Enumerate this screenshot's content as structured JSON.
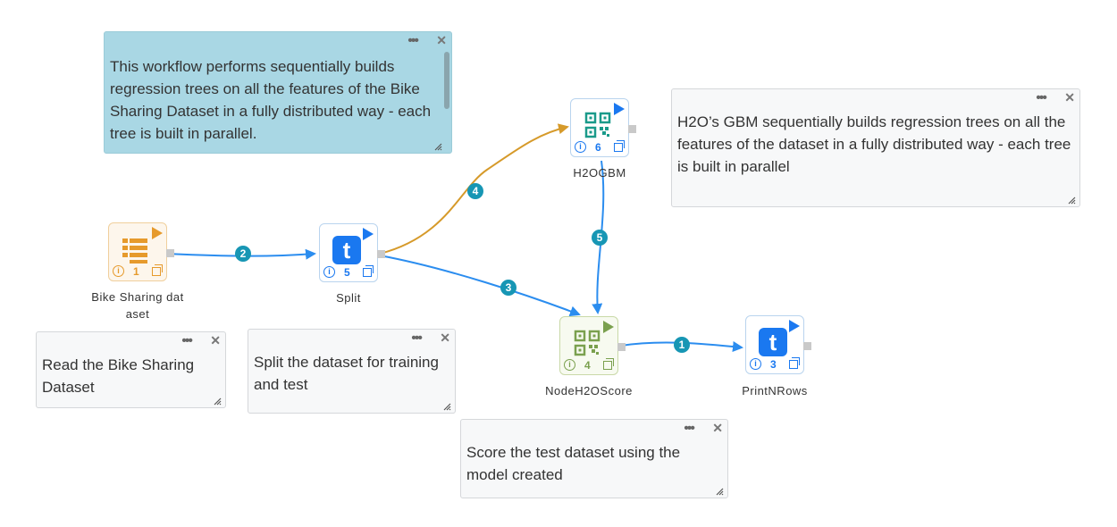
{
  "notes": {
    "workflow": "This workflow performs sequentially builds regression trees on all the features of the Bike Sharing Dataset in a fully distributed way - each tree is built in parallel.",
    "gbm": "H2O’s GBM sequentially builds regression trees on all the features of the dataset in a fully distributed way - each tree is built in parallel",
    "read": "Read the Bike Sharing Dataset",
    "split": "Split the dataset for training and test",
    "score": "Score the test dataset using the model created",
    "menu_icon": "•••",
    "close_icon": "✕"
  },
  "nodes": {
    "bike": {
      "label": "Bike Sharing dataset",
      "number": "1",
      "icon": "table-icon",
      "color": "#e69a2c"
    },
    "split": {
      "label": "Split",
      "number": "5",
      "icon": "t-icon",
      "glyph": "t",
      "color": "#1a78f0"
    },
    "h2ogbm": {
      "label": "H2OGBM",
      "number": "6",
      "icon": "qr-icon",
      "color": "#1a78f0"
    },
    "score": {
      "label": "NodeH2OScore",
      "number": "4",
      "icon": "qr-icon",
      "color": "#7aa04e"
    },
    "print": {
      "label": "PrintNRows",
      "number": "3",
      "icon": "t-icon",
      "glyph": "t",
      "color": "#1a78f0"
    },
    "info_glyph": "i"
  },
  "edges": [
    {
      "badge": "1",
      "from": "score",
      "to": "print",
      "color": "#2b8def"
    },
    {
      "badge": "2",
      "from": "bike",
      "to": "split",
      "color": "#2b8def"
    },
    {
      "badge": "3",
      "from": "split",
      "to": "score",
      "color": "#2b8def"
    },
    {
      "badge": "4",
      "from": "split",
      "to": "h2ogbm",
      "color": "#d69a2a"
    },
    {
      "badge": "5",
      "from": "h2ogbm",
      "to": "score",
      "color": "#2b8def"
    }
  ]
}
